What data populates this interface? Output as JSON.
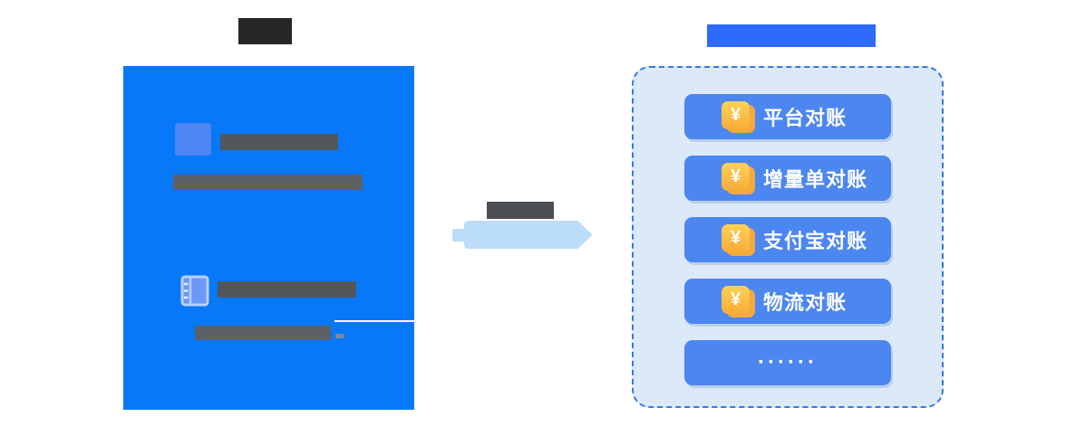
{
  "theme": {
    "left_box_color": "#0778F7",
    "left_label_color": "#262626",
    "app_icon_color": "#4E86F4",
    "placeholder_dark": "#53575B",
    "placeholder_mid": "#5D6165",
    "arrow_color": "#BCDCFB",
    "arrow_label_color": "#4B4F53",
    "right_title_color": "#2E6AFB",
    "panel_fill": "#DCE9F9",
    "panel_border": "#3679E1",
    "button_color": "#4C86F0",
    "button_text_color": "#FFFFFF",
    "icon_front_top": "#FFD158",
    "icon_front_bottom": "#F7AC38",
    "icon_back": "#F2A93E"
  },
  "right_panel": {
    "currency_symbol": "¥",
    "buttons": [
      {
        "label": "平台对账"
      },
      {
        "label": "增量单对账"
      },
      {
        "label": "支付宝对账"
      },
      {
        "label": "物流对账"
      },
      {
        "label": "······"
      }
    ]
  }
}
